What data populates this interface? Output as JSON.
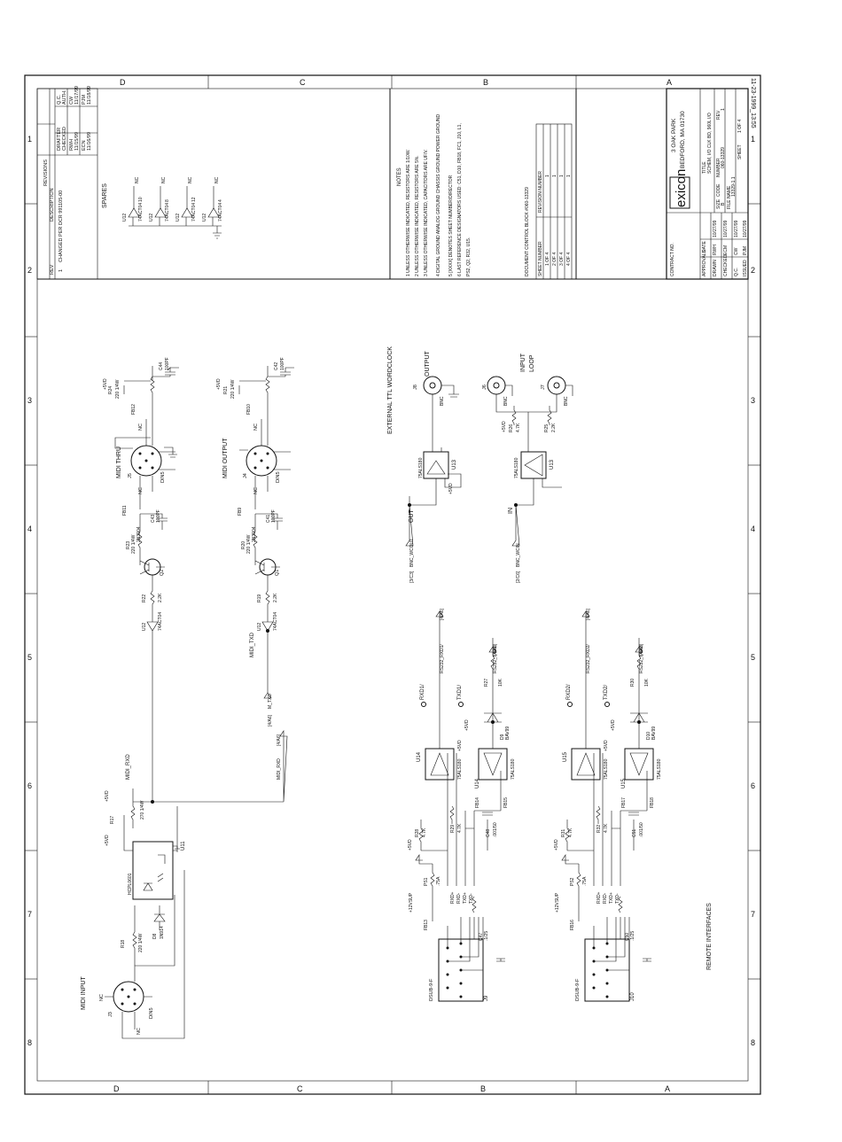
{
  "border": {
    "zones_top": [
      "D",
      "C",
      "B",
      "A"
    ],
    "zones_bottom": [
      "D",
      "C",
      "B",
      "A"
    ],
    "numbers_left": [
      "1",
      "2",
      "3",
      "4",
      "5",
      "6",
      "7",
      "8"
    ],
    "numbers_right": [
      "1",
      "2",
      "3",
      "4",
      "5",
      "6",
      "7",
      "8"
    ],
    "timestamp": "11-23-1999_13:55"
  },
  "revisions": {
    "title": "REVISIONS",
    "col_rev": "REV",
    "col_desc": "DESCRIPTION",
    "col_drafter": "DRAFTER",
    "col_checked": "CHECKED",
    "col_ecn": "ECN",
    "col_qc": "Q.C.",
    "col_auth": "AUTH.",
    "col_pjm": "PJM",
    "row_rev": "1",
    "row_desc": "CHANGED PER DCR 991105-00",
    "row_drafter": "RWH",
    "row_d1": "11/15/99",
    "row_d2": "11/16/99",
    "row_qc": "CW",
    "row_d3": "11/17/99",
    "row_d4": "11/18/99"
  },
  "spares": {
    "title": "SPARES",
    "gates": [
      {
        "ref": "U12",
        "part": "74ACT04",
        "pin_in": "11",
        "pin_out": "10",
        "nc": "NC"
      },
      {
        "ref": "U12",
        "part": "74ACT04",
        "pin_in": "9",
        "pin_out": "8",
        "nc": "NC"
      },
      {
        "ref": "U12",
        "part": "74ACT04",
        "pin_in": "13",
        "pin_out": "12",
        "nc": "NC"
      },
      {
        "ref": "U12",
        "part": "74ACT04",
        "pin_in": "3",
        "pin_out": "4",
        "nc": "NC"
      }
    ]
  },
  "notes": {
    "title": "NOTES",
    "lines": [
      "1 UNLESS OTHERWISE INDICATED, RESISTORS ARE 1/10W.",
      "2 UNLESS OTHERWISE INDICATED, RESISTORS ARE 5%.",
      "3 UNLESS OTHERWISE INDICATED, CAPACITORS ARE UF/V.",
      "4  DIGITAL GROUND   ANALOG GROUND   CHASSIS GROUND   POWER GROUND",
      "5 [XXXX] DENOTES SHEET NUMBER/DIRECTOR",
      "6 LAST REFERENCE DESIGNATORS USED: C51, D10, FB18, FC1, J10, L1,",
      "  PS2, Q2, R32, U15."
    ],
    "doc_control": "DOCUMENT CONTROL BLOCK #060-13329",
    "sheet_table": {
      "col1": "SHEET NUMBER",
      "col2": "REVISION NUMBER",
      "rows": [
        [
          "1 OF 4",
          "1"
        ],
        [
          "2 OF 4",
          "1"
        ],
        [
          "3 OF 4",
          "1"
        ],
        [
          "4 OF 4",
          "1"
        ]
      ]
    }
  },
  "title_block": {
    "company": "exicon",
    "addr1": "3 OAK PARK",
    "addr2": "BEDFORD, MA  01730",
    "title_label": "TITLE",
    "title": "SCHEM, I/O CLK BD, 960L I/O",
    "size_label": "SIZE",
    "size": "B",
    "code_label": "CODE",
    "number_label": "NUMBER",
    "number": "060-13329",
    "rev_label": "REV",
    "rev": "1",
    "file_label": "FILE NAME",
    "file": "13329-1.1",
    "sheet_label": "SHEET",
    "sheet": "1 OF 4",
    "contract": "CONTRACT NO.",
    "approvals": "APPROVALS",
    "date": "DATE",
    "rows": [
      [
        "DRAWN",
        "RWH",
        "10/27/99"
      ],
      [
        "CHECKED",
        "ECM",
        "10/27/99"
      ],
      [
        "Q.C.",
        "CW",
        "10/27/99"
      ],
      [
        "ISSUED",
        "PJM",
        "10/27/99"
      ]
    ]
  },
  "midi_thru": {
    "title": "MIDI THRU",
    "jack": "J5",
    "type": "DIN5",
    "nc": "NC",
    "r24": "R24",
    "r24v": "220 1/4W",
    "c44": "C44",
    "c44v": "100PF",
    "fb12": "FB12",
    "fb11": "FB11",
    "r23": "R23",
    "r23v": "220 1/4W",
    "c43": "C43",
    "c43v": "100PF",
    "q2": "Q2",
    "q2p": "2N3904",
    "r22": "R22",
    "r22v": "2.2K",
    "u12": "U12",
    "u12p": "74ACT04",
    "pwr": "+5VD"
  },
  "midi_output": {
    "title": "MIDI OUTPUT",
    "jack": "J4",
    "type": "DIN5",
    "nc": "NC",
    "r21": "R21",
    "r21v": "220 1/4W",
    "c42": "C42",
    "c42v": "100PF",
    "fb10": "FB10",
    "fb9": "FB9",
    "r20": "R20",
    "r20v": "220 1/4W",
    "c41": "C41",
    "c41v": "100PF",
    "q1": "Q1",
    "q1p": "2N3904",
    "r19": "R19",
    "r19v": "2.2K",
    "u12": "U12",
    "u12p": "74ACT04",
    "pwr": "+5VD",
    "txd": "MIDI_TXD",
    "net": "M_TXD",
    "ref": "[4/A6]"
  },
  "midi_input": {
    "title": "MIDI INPUT",
    "jack": "J3",
    "type": "DIN5",
    "nc": "NC",
    "r18": "R18",
    "r18v": "220 1/4W",
    "d8": "D8",
    "d8p": "1N914",
    "u11": "U11",
    "u11p": "HCPL0601",
    "r17": "R17",
    "r17v": "270 1/4W",
    "pwr": "+5VD",
    "rxd": "MIDI_RXD",
    "net": "MIDI_RXD",
    "ref": "[4/A6]"
  },
  "wordclock": {
    "title": "EXTERNAL TTL WORDCLOCK",
    "output": "OUTPUT",
    "input": "INPUT",
    "loop": "LOOP",
    "j8": "J8",
    "j7": "J7",
    "j6": "J6",
    "bnc": "BNC",
    "u13": "U13",
    "u13p": "75ALS180",
    "out": "OUT",
    "in": "IN",
    "net_out": "BNC_WCOUT",
    "ref_out": "[3/C3]",
    "net_in": "BNC_WCIN",
    "ref_in": "[2/C6]",
    "r26": "R26",
    "r26v": "4.7K",
    "r25": "R25",
    "r25v": "2.2K",
    "pwr": "+5VD"
  },
  "remote": {
    "title": "REMOTE INTERFACES",
    "ch1": {
      "j": "J9",
      "conn": "DSUB-9-F",
      "ps": "PS1",
      "psv": ".75A",
      "pwr12": "+12VSUP",
      "fb13": "FB13",
      "c47": "C47",
      "c47v": ".1/25",
      "r28": "R28",
      "r28v": "4.7K",
      "r29": "R29",
      "r29v": "4.7K",
      "c48": "C48",
      "c48v": ".001/50",
      "fb14": "FB14",
      "fb15": "FB15",
      "u14": "U14",
      "u14p": "75ALS180",
      "d9": "D9",
      "d9p": "BAV99",
      "r27": "R27",
      "r27v": "10K",
      "rxd": "RXD1/",
      "txd": "TXD1/",
      "net_rx": "RS232_RXD1/",
      "net_tx": "RS232_TXD1/",
      "ref": "[4/A6]",
      "sig": [
        "RXD+",
        "RXD-",
        "TXD+",
        "TXD-"
      ],
      "pwr": "+5VD"
    },
    "ch2": {
      "j": "J10",
      "conn": "DSUB-9-F",
      "ps": "PS2",
      "psv": ".75A",
      "pwr12": "+12VSUP",
      "fb16": "FB16",
      "c50": "C50",
      "c50v": ".1/25",
      "r31": "R31",
      "r31v": "4.7K",
      "r32": "R32",
      "r32v": "4.7K",
      "c51": "C51",
      "c51v": ".001/50",
      "fb17": "FB17",
      "fb18": "FB18",
      "u15": "U15",
      "u15p": "75ALS180",
      "d10": "D10",
      "d10p": "BAV99",
      "r30": "R30",
      "r30v": "10K",
      "rxd": "RXD2/",
      "txd": "TXD2/",
      "net_rx": "RS232_RXD2/",
      "net_tx": "RS232_TXD2/",
      "ref": "[4/A6]",
      "sig": [
        "RXD+",
        "RXD-",
        "TXD+",
        "TXD-"
      ],
      "pwr": "+5VD"
    }
  }
}
